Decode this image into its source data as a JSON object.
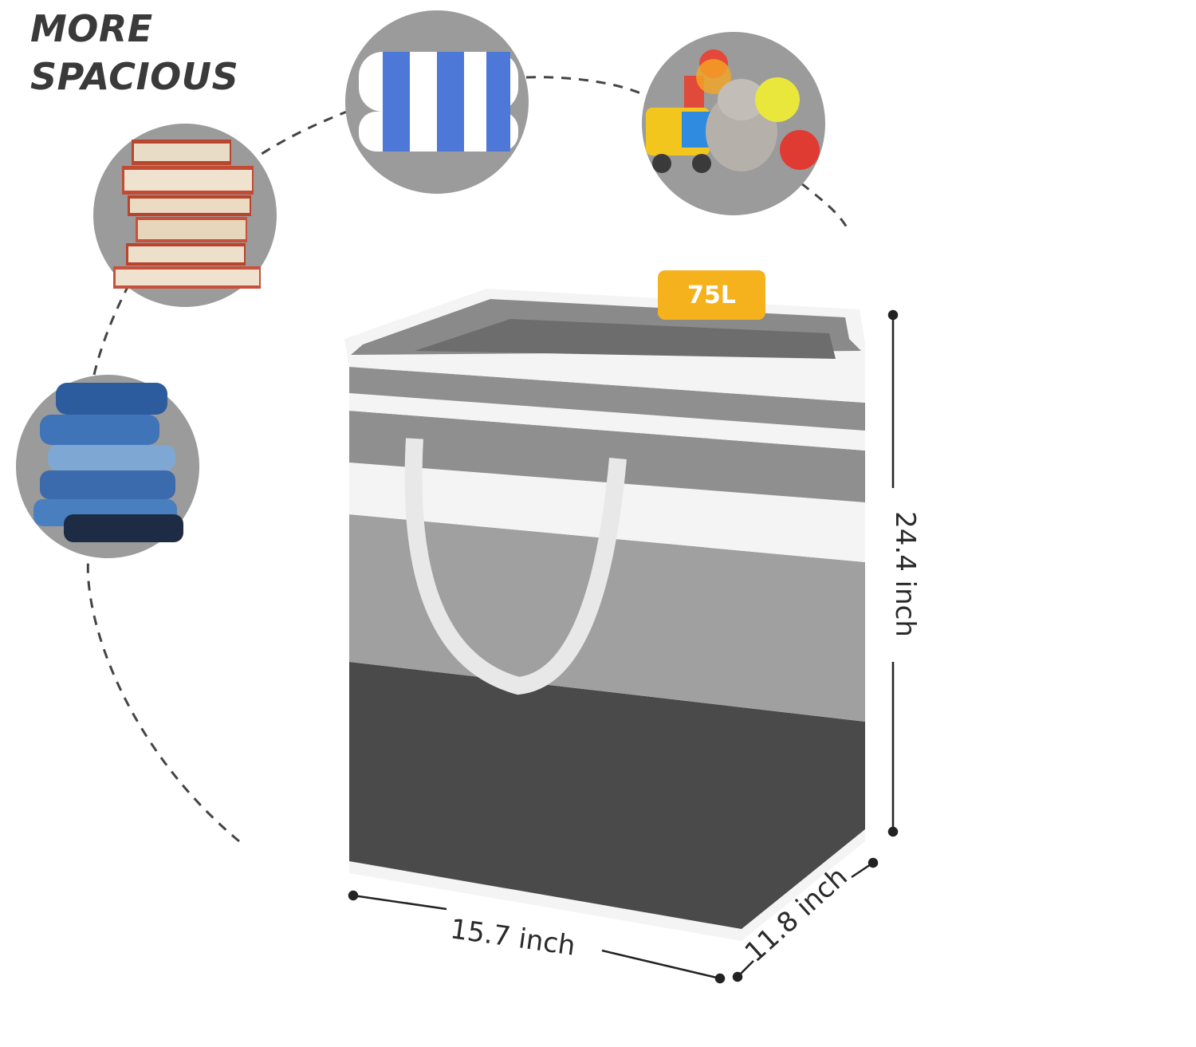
{
  "headline": {
    "line1": "MORE",
    "line2": "SPACIOUS"
  },
  "badge": {
    "capacity": "75L"
  },
  "dimensions": {
    "height": "24.4 inch",
    "width": "15.7 inch",
    "depth": "11.8 inch"
  },
  "colors": {
    "badge": "#f6b21c",
    "bin_dark": "#4a4a4a",
    "bin_mid": "#9a9a9a",
    "bin_white": "#f4f4f4",
    "circle_bg": "#9b9b9b"
  },
  "items": [
    {
      "icon": "book-stack-icon"
    },
    {
      "icon": "folded-towels-icon"
    },
    {
      "icon": "toys-icon"
    },
    {
      "icon": "folded-jeans-icon"
    }
  ]
}
